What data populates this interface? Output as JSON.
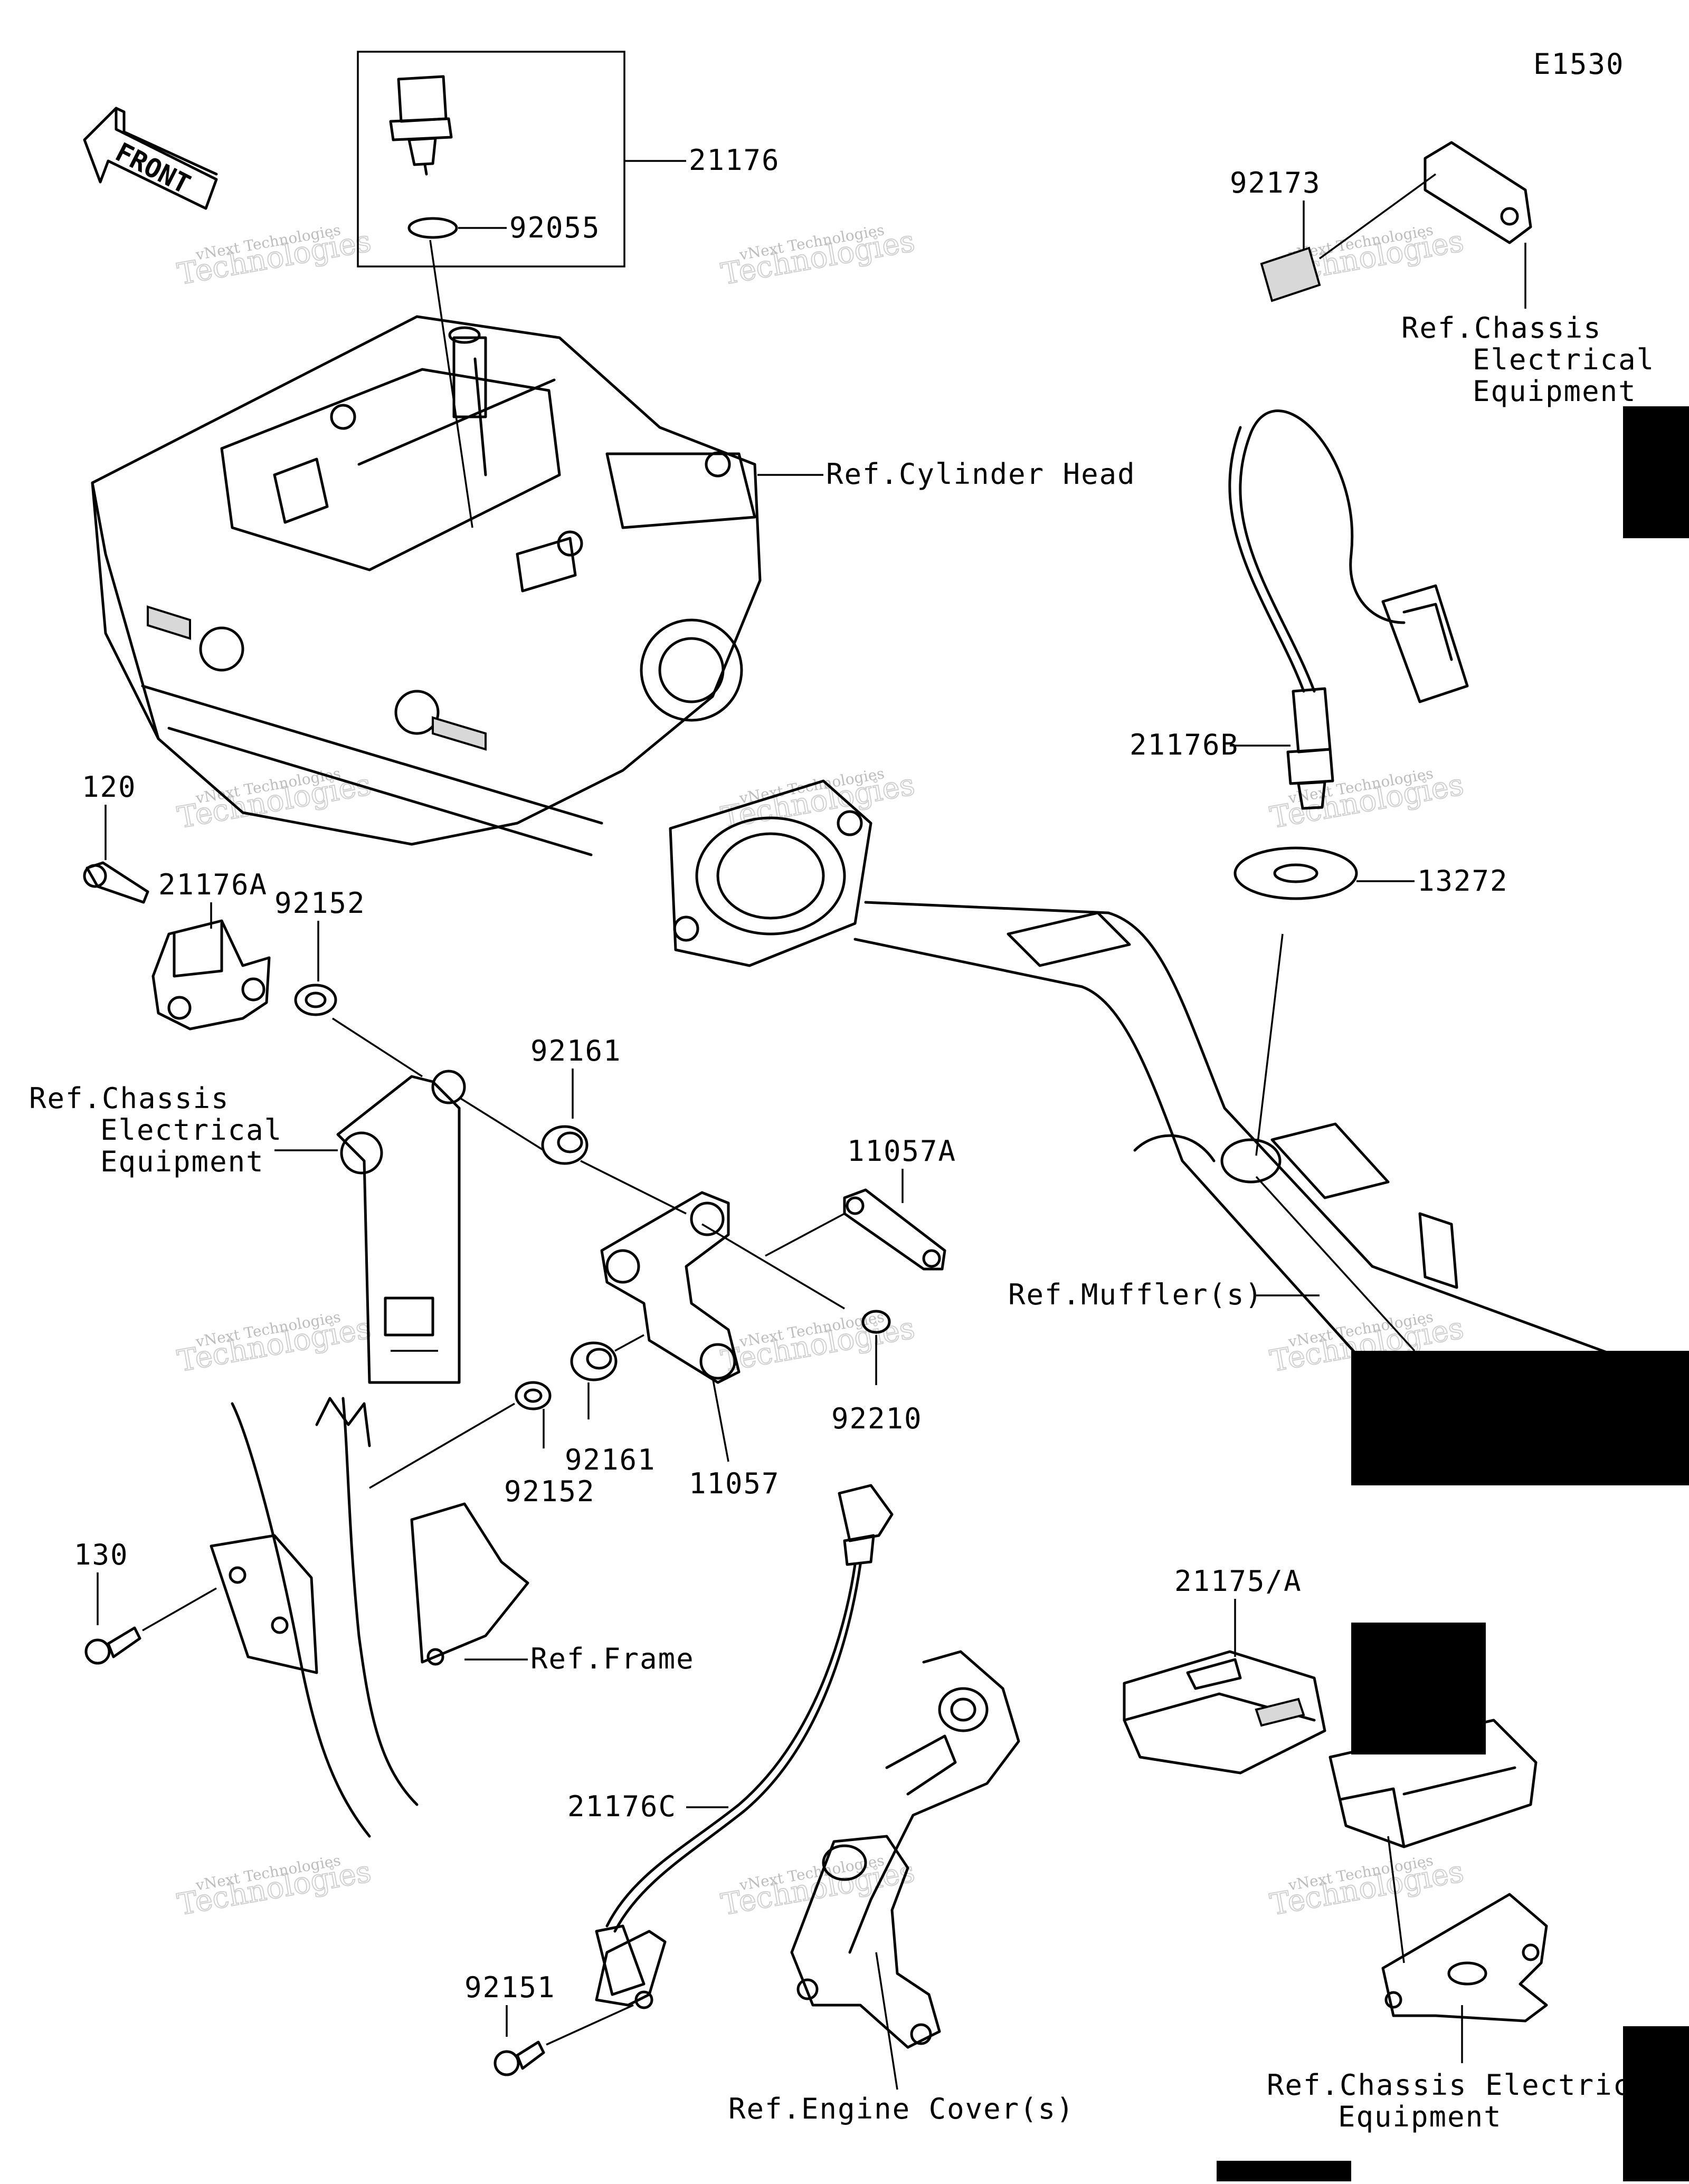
{
  "diagram_code": "E1530",
  "front_arrow_text": "FRONT",
  "watermark": {
    "line1": "vNext Technologies",
    "line2": "vNext",
    "line3": "Technologies"
  },
  "callouts": {
    "p21176": "21176",
    "p92055": "92055",
    "p92173": "92173",
    "ref_chassis_tr_1": "Ref.Chassis",
    "ref_chassis_tr_2": "Electrical",
    "ref_chassis_tr_3": "Equipment",
    "ref_cylinder_head": "Ref.Cylinder Head",
    "p21176B": "21176B",
    "p13272": "13272",
    "p120": "120",
    "p21176A": "21176A",
    "p92152_top": "92152",
    "p92161_top": "92161",
    "ref_chassis_l_1": "Ref.Chassis",
    "ref_chassis_l_2": "Electrical",
    "ref_chassis_l_3": "Equipment",
    "p11057A": "11057A",
    "ref_muffler": "Ref.Muffler(s)",
    "p92210": "92210",
    "p92161_bot": "92161",
    "p92152_bot": "92152",
    "p11057": "11057",
    "p130": "130",
    "ref_frame": "Ref.Frame",
    "p21175A": "21175/A",
    "p21176C": "21176C",
    "p92151": "92151",
    "ref_engine_cover": "Ref.Engine Cover(s)",
    "ref_chassis_br_1": "Ref.Chassis Electric",
    "ref_chassis_br_2": "Equipment"
  }
}
